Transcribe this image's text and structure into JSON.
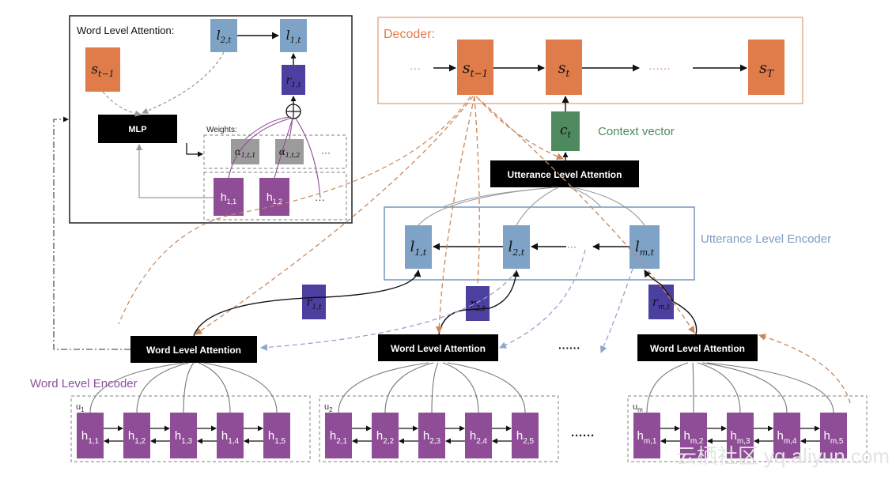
{
  "panel_title": "Word Level Attention:",
  "decoder_label": "Decoder:",
  "decoder_states": [
    {
      "main": "s",
      "sub": "t−1"
    },
    {
      "main": "s",
      "sub": "t"
    },
    {
      "main": "s",
      "sub": "T"
    }
  ],
  "ellipsis_short": "···",
  "ellipsis_long": "······",
  "context": {
    "main": "c",
    "sub": "t",
    "label": "Context vector"
  },
  "utterance_attention_label": "Utterance  Level Attention",
  "utterance_encoder_label": "Utterance Level Encoder",
  "utterance_states": [
    {
      "main": "l",
      "sub": "1,t"
    },
    {
      "main": "l",
      "sub": "2,t"
    },
    {
      "main": "l",
      "sub": "m,t"
    }
  ],
  "r_vectors": [
    {
      "main": "r",
      "sub": "1,t"
    },
    {
      "main": "r",
      "sub": "2,t"
    },
    {
      "main": "r",
      "sub": "m,t"
    }
  ],
  "word_attention_label": "Word Level Attention",
  "word_encoder_label": "Word Level Encoder",
  "utterances": [
    {
      "name": "u",
      "sub": "1",
      "nodes": [
        "1,1",
        "1,2",
        "1,3",
        "1,4",
        "1,5"
      ]
    },
    {
      "name": "u",
      "sub": "2",
      "nodes": [
        "2,1",
        "2,2",
        "2,3",
        "2,4",
        "2,5"
      ]
    },
    {
      "name": "u",
      "sub": "m",
      "nodes": [
        "m,1",
        "m,2",
        "m,3",
        "m,4",
        "m,5"
      ]
    }
  ],
  "hidden_main": "h",
  "inset": {
    "s_prev": {
      "main": "s",
      "sub": "t−1"
    },
    "l_left": {
      "main": "l",
      "sub": "2,t"
    },
    "l_right": {
      "main": "l",
      "sub": "1,t"
    },
    "r": {
      "main": "r",
      "sub": "1,t"
    },
    "plus": "⊕",
    "mlp": "MLP",
    "weights_label": "Weights:",
    "alphas": [
      {
        "main": "α",
        "sub": "1,t,1"
      },
      {
        "main": "α",
        "sub": "1,t,2"
      }
    ],
    "hs": [
      {
        "main": "h",
        "sub": "1,1"
      },
      {
        "main": "h",
        "sub": "1,2"
      }
    ]
  },
  "watermark": "云栖社区 yq.aliyun.com",
  "colors": {
    "decoder_orange": "#E07B4A",
    "context_green": "#4E8A5E",
    "utterance_blue": "#7FA3C6",
    "r_purple": "#4B3FA0",
    "h_purple": "#8E4D96",
    "attention_black": "#000000",
    "alpha_gray": "#9B9B9B",
    "label_purple": "#8B4E9E",
    "label_blue": "#7E9CC0",
    "label_green": "#4E8A5E",
    "label_orange": "#E07B4A",
    "dashed_orange": "#C9875A",
    "dashed_blue": "#8FA6CC"
  }
}
